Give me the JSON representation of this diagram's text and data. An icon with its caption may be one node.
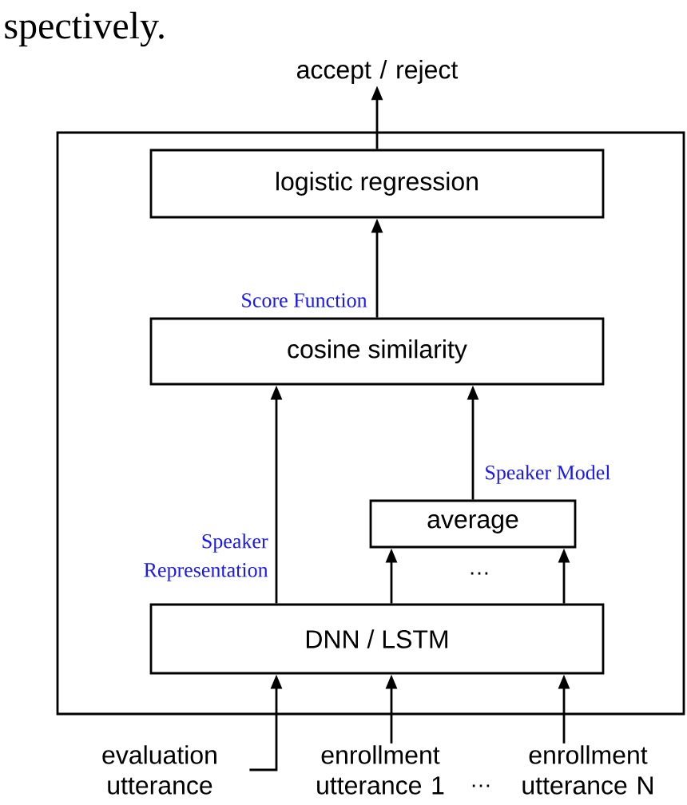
{
  "diagram": {
    "nodes": [
      {
        "text": [],
        "shape": "box"
      },
      {
        "text": [
          "logistic regression"
        ],
        "in": 0
      },
      {
        "text": [
          "cosine similarity"
        ],
        "in": 0
      },
      {
        "text": [
          "average"
        ],
        "in": 0
      },
      {
        "text": [
          "DNN / LSTM"
        ],
        "in": 0
      },
      {
        "text": [
          "accept / reject"
        ]
      },
      {
        "text": [
          "evaluation utterance"
        ]
      },
      {
        "text": [
          "enrollment utterance 1"
        ]
      },
      {
        "text": [
          "enrollment utterance N"
        ]
      }
    ],
    "edges": [
      {
        "from": 1,
        "to": 5,
        "arrow": "to"
      },
      {
        "from": 2,
        "to": 1,
        "arrow": "to",
        "label": "Score Function"
      },
      {
        "from": 3,
        "to": 2,
        "arrow": "to",
        "label": "Speaker Model"
      },
      {
        "from": 4,
        "to": 2,
        "arrow": "to",
        "label": "Speaker Representation"
      },
      {
        "from": 4,
        "to": 3,
        "arrow": "to"
      },
      {
        "from": 4,
        "to": 3,
        "arrow": "to"
      },
      {
        "from": 6,
        "to": 4,
        "arrow": "to"
      },
      {
        "from": 7,
        "to": 4,
        "arrow": "to"
      },
      {
        "from": 8,
        "to": 4,
        "arrow": "to"
      }
    ],
    "labels": [
      "spectively.",
      "…",
      "…"
    ]
  }
}
